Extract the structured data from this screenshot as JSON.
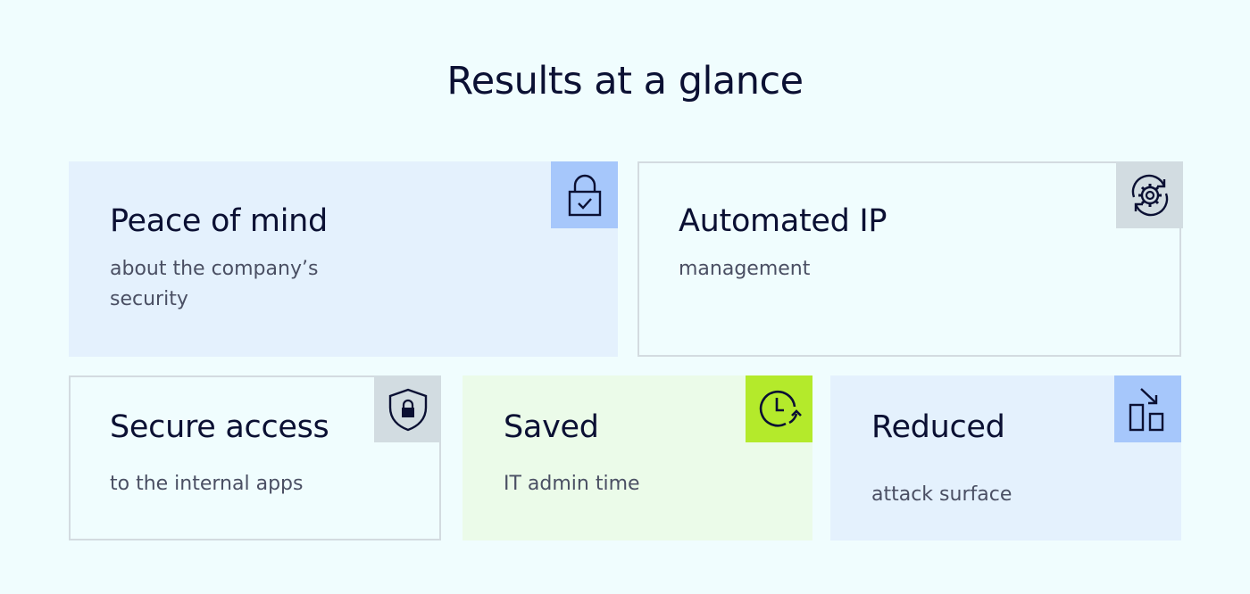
{
  "page": {
    "title": "Results at a glance"
  },
  "cards": [
    {
      "title": "Peace of mind",
      "subtitle": "about the company’s security",
      "icon": "lock-check-icon",
      "color": "#e4f1fd",
      "accent": "#a6c7fb"
    },
    {
      "title": "Automated IP",
      "subtitle": "management",
      "icon": "gear-refresh-icon",
      "color": "#f0fdfe",
      "accent": "#d2dce1"
    },
    {
      "title": "Secure access",
      "subtitle": "to the internal apps",
      "icon": "shield-lock-icon",
      "color": "#f0fdfe",
      "accent": "#d2dce1"
    },
    {
      "title": "Saved",
      "subtitle": "IT admin time",
      "icon": "clock-refresh-icon",
      "color": "#ebfbe9",
      "accent": "#b4ea2b"
    },
    {
      "title": "Reduced",
      "subtitle": "attack surface",
      "icon": "chart-decrease-icon",
      "color": "#e4f1fd",
      "accent": "#a6c7fb"
    }
  ]
}
